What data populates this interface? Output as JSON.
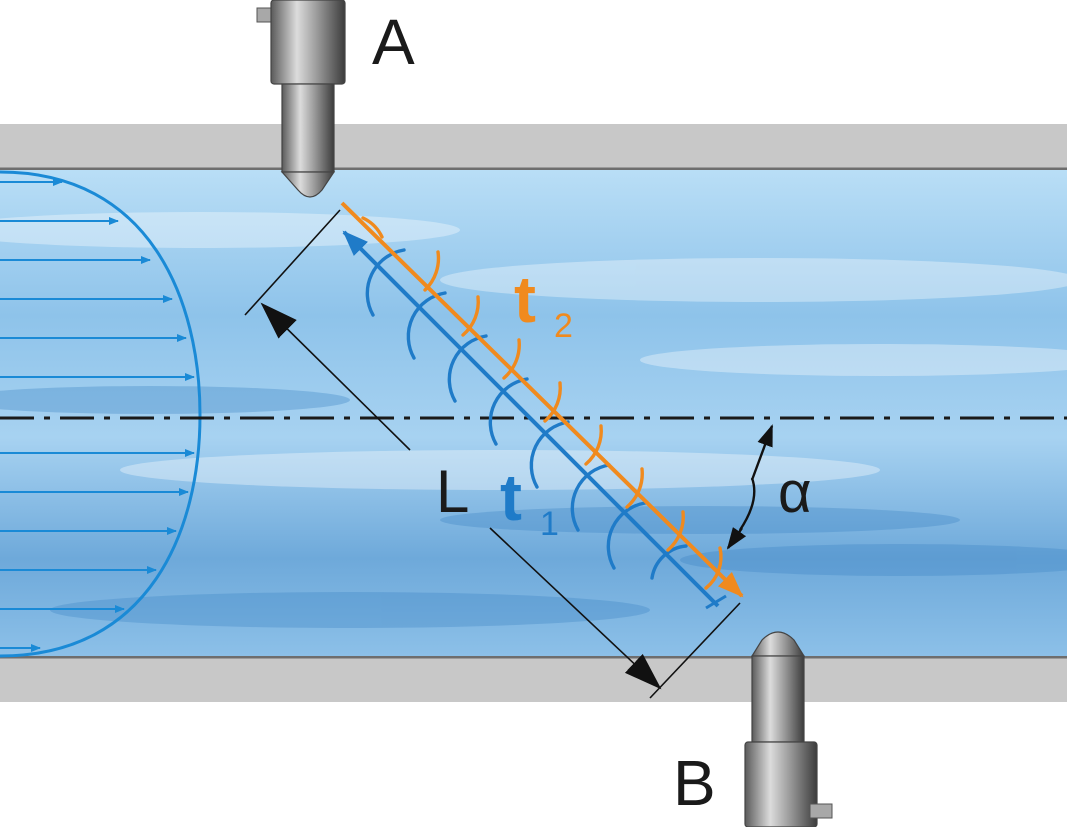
{
  "labels": {
    "transducer_a": "A",
    "transducer_b": "B",
    "path_length": "L",
    "angle": "α",
    "t2_main": "t",
    "t2_sub": "2",
    "t1_main": "t",
    "t1_sub": "1"
  },
  "colors": {
    "pipe_wall": "#c8c8c8",
    "pipe_edge": "#6e6e6e",
    "water_light": "#a9d4f2",
    "water_dark": "#5f9fd4",
    "downstream_signal": "#f08a1e",
    "upstream_signal": "#1f7bc8",
    "velocity_profile": "#1a8ad6",
    "text": "#1a1a1a",
    "dimension_line": "#111111"
  }
}
